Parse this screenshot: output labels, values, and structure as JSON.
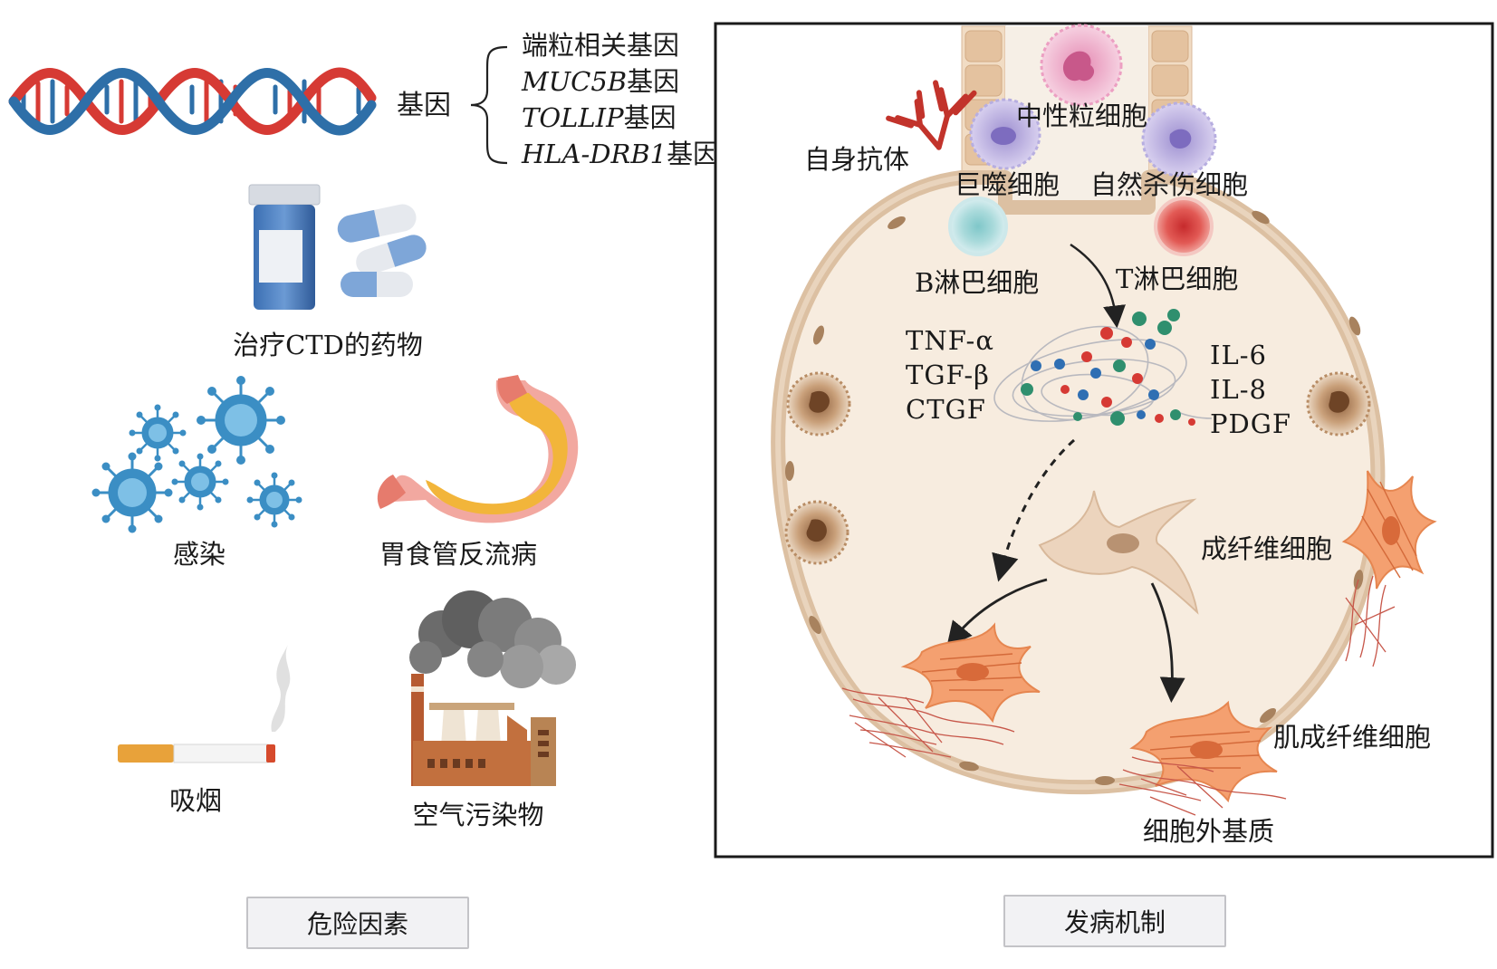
{
  "risk": {
    "gene_label": "基因",
    "gene_items": [
      {
        "name": "",
        "suffix": "端粒相关基因"
      },
      {
        "name": "MUC5B",
        "suffix": "基因"
      },
      {
        "name": "TOLLIP",
        "suffix": "基因"
      },
      {
        "name": "HLA-DRB1",
        "suffix": "基因"
      }
    ],
    "drug_label": "治疗CTD的药物",
    "infection_label": "感染",
    "gerd_label": "胃食管反流病",
    "smoking_label": "吸烟",
    "pollution_label": "空气污染物",
    "caption": "危险因素"
  },
  "mechanism": {
    "autoantibody": "自身抗体",
    "neutrophil": "中性粒细胞",
    "macrophage": "巨噬细胞",
    "nk_cell": "自然杀伤细胞",
    "b_cell": "B淋巴细胞",
    "t_cell": "T淋巴细胞",
    "cytokines_left": [
      "TNF-α",
      "TGF-β",
      "CTGF"
    ],
    "cytokines_right": [
      "IL-6",
      "IL-8",
      "PDGF"
    ],
    "fibroblast": "成纤维细胞",
    "myofibroblast": "肌成纤维细胞",
    "ecm": "细胞外基质",
    "caption": "发病机制"
  },
  "colors": {
    "dna_red": "#d63a34",
    "dna_blue": "#2e6fa8",
    "virus_blue": "#3b8ec4",
    "stomach_orange": "#f2b53a",
    "alveolus_fill": "#f7ecdf",
    "alveolus_wall": "#d9b99a",
    "myofibroblast": "#f08c55"
  }
}
